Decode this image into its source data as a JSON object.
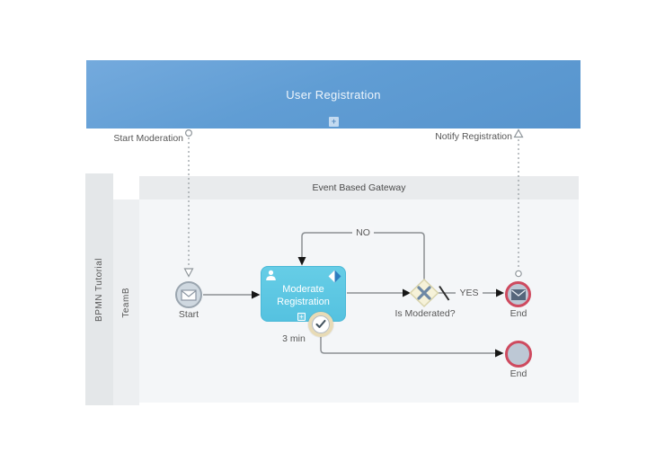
{
  "diagram": {
    "pool_title": "User Registration",
    "pool_label": "BPMN Tutorial",
    "lane_label": "TeamB",
    "band_label": "Event Based Gateway",
    "expand_marker": "+"
  },
  "message_flows": {
    "start_moderation": "Start Moderation",
    "notify_registration": "Notify Registration"
  },
  "nodes": {
    "start_label": "Start",
    "task_line1": "Moderate",
    "task_line2": "Registration",
    "timer_label": "3 min",
    "gateway_label": "Is Moderated?",
    "end1_label": "End",
    "end2_label": "End"
  },
  "flows": {
    "no_label": "NO",
    "yes_label": "YES"
  },
  "icons": {
    "start_event": "envelope-message-icon",
    "end_event": "filled-envelope-message-icon",
    "timer_event": "clock-icon",
    "task_badge": "user-silhouette-icon",
    "task_corner": "diamond-marker-icon",
    "gateway_marker": "x-cross-icon"
  },
  "colors": {
    "pool_header_blue": "#5d9ad2",
    "task_cyan": "#5cc6e2",
    "end_event_red": "#ce4a5f",
    "event_fill_gray": "#c6d0db",
    "gateway_fill": "#f6f2d9",
    "gateway_x": "#6d88a5",
    "timer_ring": "#e8dbb6",
    "lane_body_gray": "#f4f6f8",
    "band_gray": "#e9ebed",
    "line_gray": "#8b8f93"
  }
}
